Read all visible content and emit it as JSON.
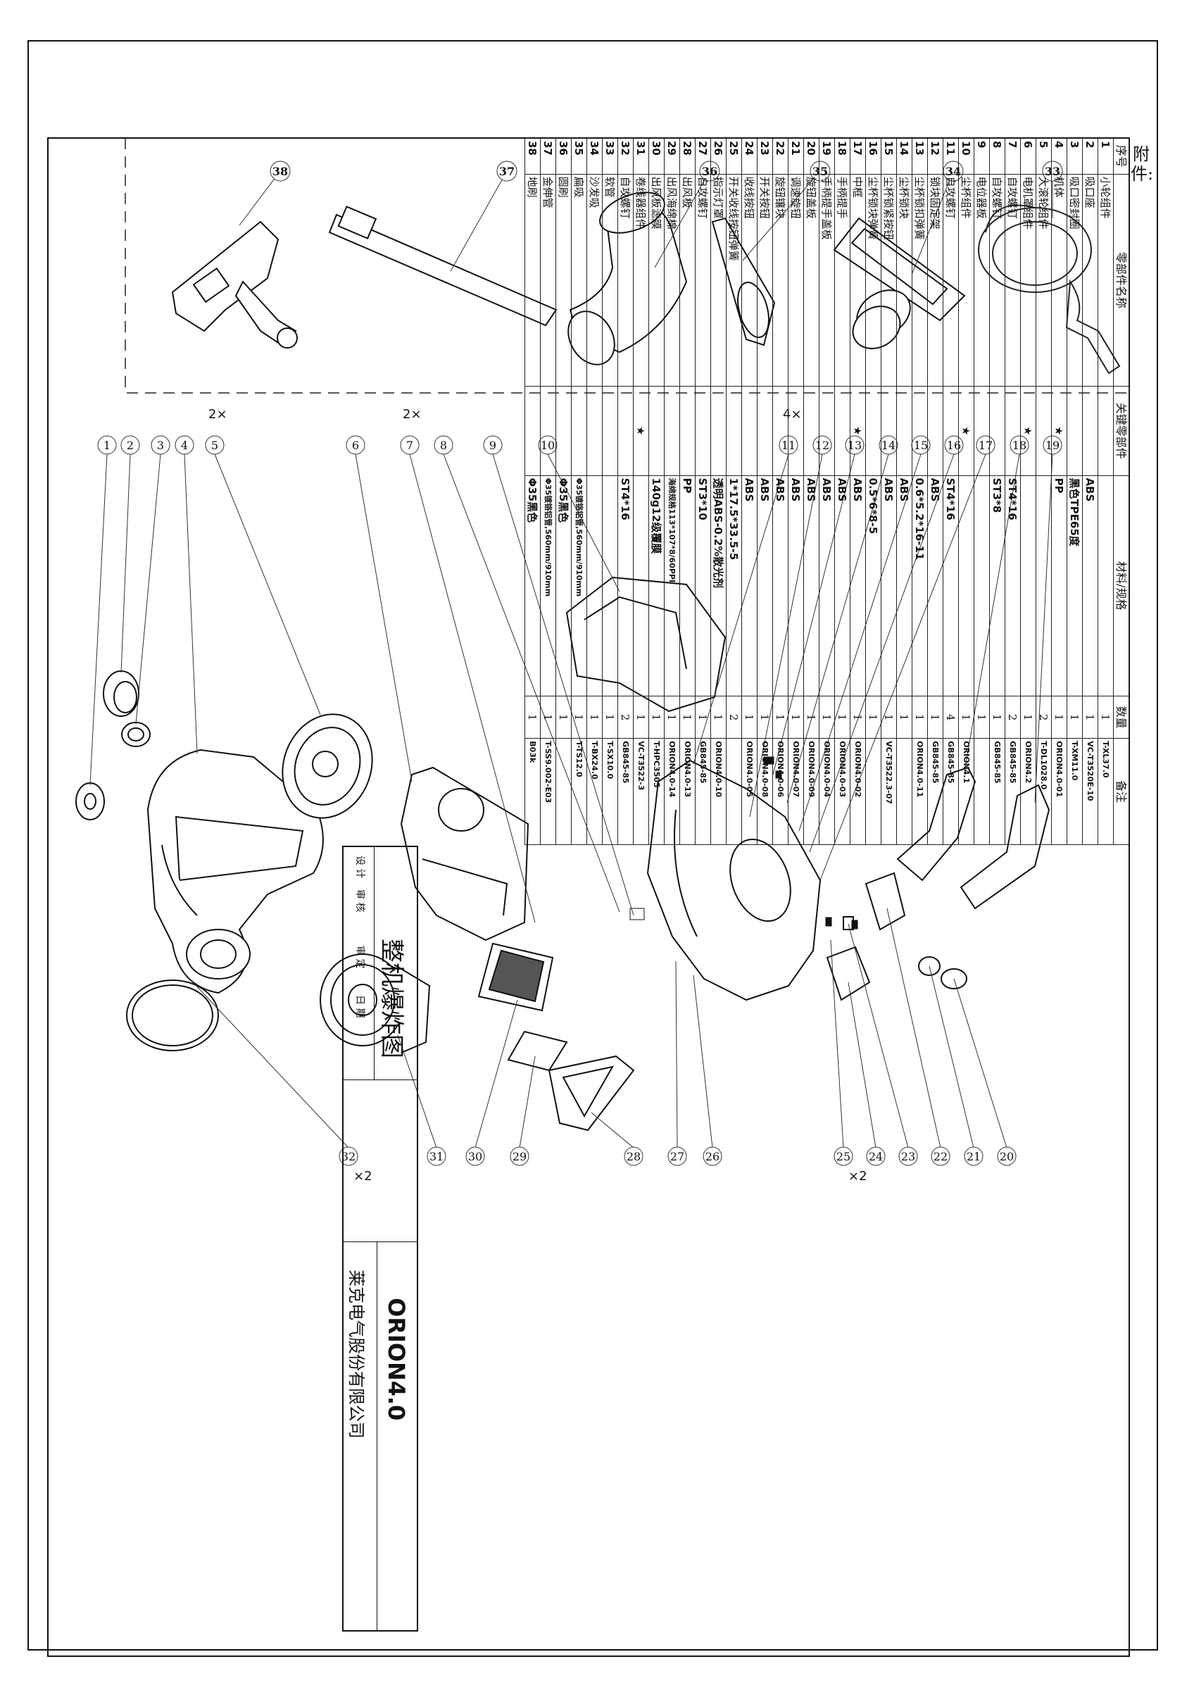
{
  "accessory_title": "附件:",
  "multipliers": {
    "m5": "2×",
    "m7": "2×",
    "m11": "4×",
    "m25": "×2",
    "m32": "×2"
  },
  "callouts": {
    "c1": "1",
    "c2": "2",
    "c3": "3",
    "c4": "4",
    "c5": "5",
    "c6": "6",
    "c7": "7",
    "c8": "8",
    "c9": "9",
    "c10": "10",
    "c11": "11",
    "c12": "12",
    "c13": "13",
    "c14": "14",
    "c15": "15",
    "c16": "16",
    "c17": "17",
    "c18": "18",
    "c19": "19",
    "c20": "20",
    "c21": "21",
    "c22": "22",
    "c23": "23",
    "c24": "24",
    "c25": "25",
    "c26": "26",
    "c27": "27",
    "c28": "28",
    "c29": "29",
    "c30": "30",
    "c31": "31",
    "c32": "32",
    "c33": "33",
    "c34": "34",
    "c35": "35",
    "c36": "36",
    "c37": "37",
    "c38": "38"
  },
  "bom": {
    "headers": [
      "序号",
      "零部件名称",
      "关键零部件",
      "材料/规格",
      "数量",
      "备注"
    ],
    "rows": [
      [
        "1",
        "小轮组件",
        "",
        "",
        "1",
        "T-XL37.0"
      ],
      [
        "2",
        "吸口座",
        "",
        "ABS",
        "1",
        "VC-T3520E-10"
      ],
      [
        "3",
        "吸口密封圈",
        "",
        "黑色TPE65度",
        "1",
        "T-XM11.0"
      ],
      [
        "4",
        "机体",
        "★",
        "PP",
        "1",
        "ORION4.0-01"
      ],
      [
        "5",
        "大滚轮组件",
        "",
        "",
        "2",
        "T-DL1028.0"
      ],
      [
        "6",
        "电机罩组件",
        "★",
        "",
        "1",
        "ORION4.2"
      ],
      [
        "7",
        "自攻螺钉",
        "",
        "ST4*16",
        "2",
        "GB845-85"
      ],
      [
        "8",
        "自攻螺钉",
        "",
        "ST3*8",
        "1",
        "GB845-85"
      ],
      [
        "9",
        "电位器板",
        "",
        "",
        "1",
        ""
      ],
      [
        "10",
        "尘杯组件",
        "★",
        "",
        "1",
        "ORION4.1"
      ],
      [
        "11",
        "自攻螺钉",
        "",
        "ST4*16",
        "4",
        "GB845-85"
      ],
      [
        "12",
        "锁块固定架",
        "",
        "ABS",
        "1",
        "GB845-85"
      ],
      [
        "13",
        "尘杯锁扣弹簧",
        "",
        "0.6*5.2*16-11",
        "1",
        "ORION4.0-11"
      ],
      [
        "14",
        "尘杯锁块",
        "",
        "ABS",
        "1",
        ""
      ],
      [
        "15",
        "尘杯锁紧按钮",
        "",
        "ABS",
        "1",
        "VC-T3522.3-07"
      ],
      [
        "16",
        "尘杯锁块弹簧",
        "",
        "0.5*6*8-5",
        "1",
        ""
      ],
      [
        "17",
        "中框",
        "★",
        "ABS",
        "1",
        "ORION4.0-02"
      ],
      [
        "18",
        "手柄提手",
        "",
        "ABS",
        "1",
        "ORION4.0-03"
      ],
      [
        "19",
        "手柄提手盖板",
        "",
        "ABS",
        "1",
        "ORION4.0-04"
      ],
      [
        "20",
        "旋钮盖板",
        "",
        "ABS",
        "1",
        "ORION4.0-09"
      ],
      [
        "21",
        "调速旋钮",
        "",
        "ABS",
        "1",
        "ORION4.0-07"
      ],
      [
        "22",
        "旋钮镶块",
        "",
        "ABS",
        "1",
        "ORION4.0-06"
      ],
      [
        "23",
        "开关按钮",
        "",
        "ABS",
        "1",
        "ORION4.0-08"
      ],
      [
        "24",
        "收线按钮",
        "",
        "ABS",
        "1",
        "ORION4.0-05"
      ],
      [
        "25",
        "开关收线按钮弹簧",
        "",
        "1*17.5*33.5-5",
        "2",
        ""
      ],
      [
        "26",
        "指示灯罩",
        "",
        "透明ABS-0.2%散光剂",
        "1",
        "ORION4.0-10"
      ],
      [
        "27",
        "自攻螺钉",
        "",
        "ST3*10",
        "1",
        "GB845-85"
      ],
      [
        "28",
        "出风板",
        "",
        "PP",
        "1",
        "ORION4.0-13"
      ],
      [
        "29",
        "出风海绵棉",
        "",
        "海绵规格113*107*8/60PPI",
        "1",
        "ORION4.0-14"
      ],
      [
        "30",
        "出风板滤膜",
        "",
        "140g12级覆膜",
        "1",
        "T-HPC3505"
      ],
      [
        "31",
        "卷线器组件",
        "★",
        "",
        "1",
        "VC-T3522-3"
      ],
      [
        "32",
        "自攻螺钉",
        "",
        "ST4*16",
        "2",
        "GB845-85"
      ],
      [
        "33",
        "软管",
        "",
        "",
        "1",
        "T-SX10.0"
      ],
      [
        "34",
        "沙发吸",
        "",
        "",
        "1",
        "T-BX24.0"
      ],
      [
        "35",
        "扁吸",
        "",
        "Φ35镀铬铝管,560mm/910mm",
        "1",
        "T-TS12.0"
      ],
      [
        "36",
        "圆刷",
        "",
        "Φ35黑色",
        "1",
        ""
      ],
      [
        "37",
        "金伸管",
        "",
        "Φ35镀铬铝管,560mm/910mm",
        "1",
        "T-SS9.002-E03"
      ],
      [
        "38",
        "地刷",
        "",
        "Φ35黑色",
        "1",
        "B03k"
      ]
    ]
  },
  "title_block": {
    "drawing_title": "整机爆炸图",
    "model": "ORION4.0",
    "company": "莱克电气股份有限公司",
    "design": "设 计",
    "check": "审 核",
    "approve": "审 定",
    "date": "日 期"
  }
}
